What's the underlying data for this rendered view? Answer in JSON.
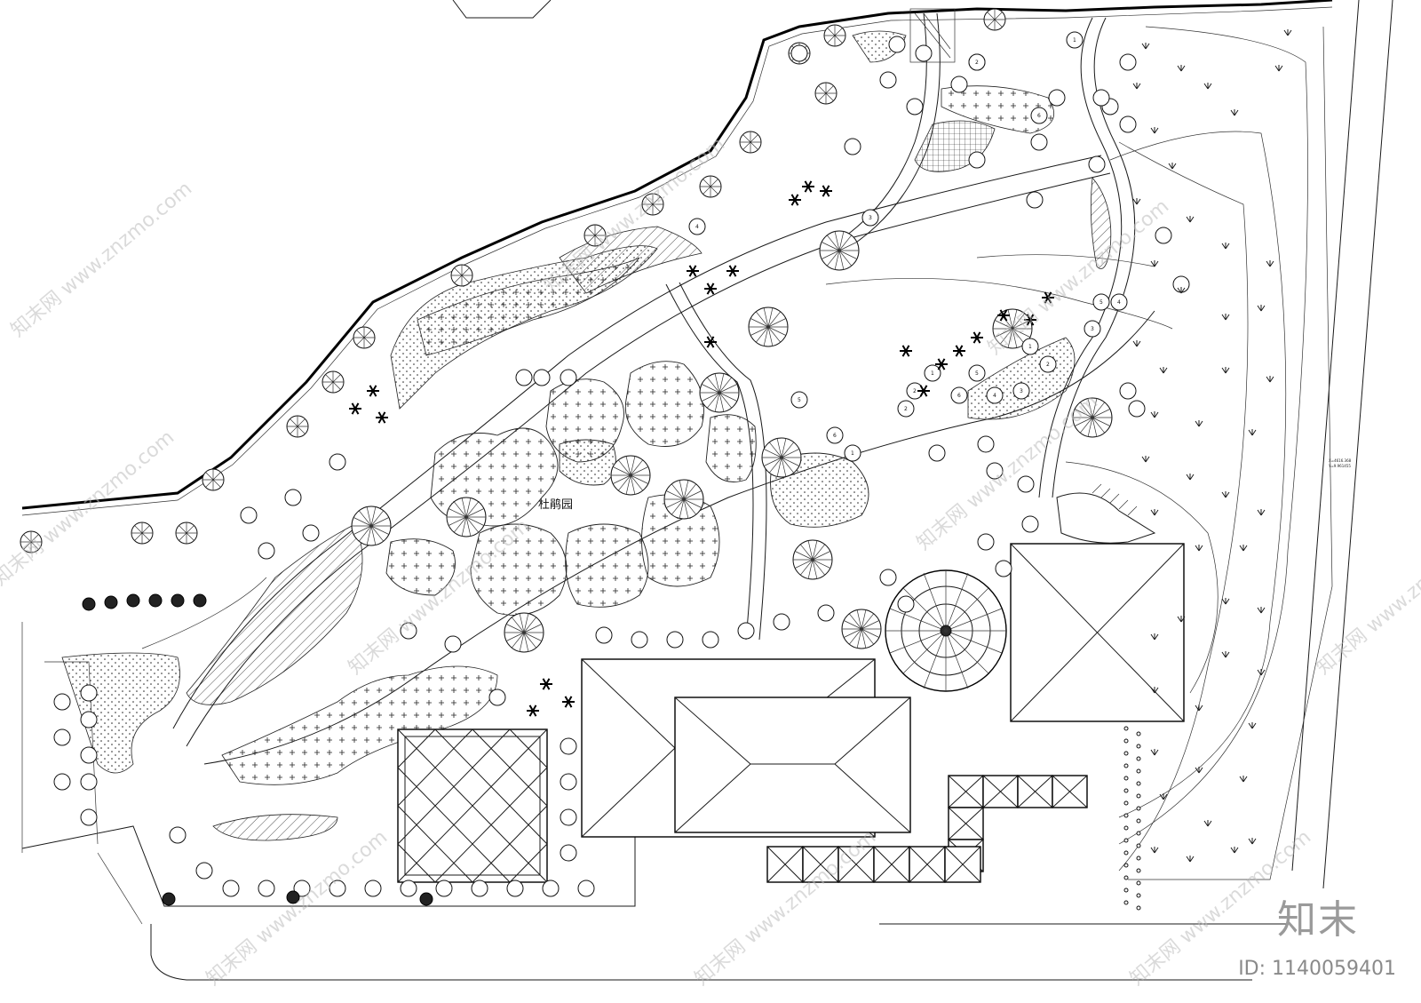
{
  "drawing": {
    "center_label": "杜鹃园",
    "coord_note_1": "X=4616.368",
    "coord_note_2": "Y=9.961455",
    "plant_numbers": [
      "1",
      "2",
      "3",
      "4",
      "5",
      "6"
    ]
  },
  "watermark": {
    "text": "知末网 www.znzmo.com"
  },
  "brand": {
    "logo": "知末",
    "id_text": "ID: 1140059401"
  },
  "colors": {
    "line": "#1a1a1a",
    "background": "#ffffff",
    "watermark": "#bdbdbd"
  }
}
